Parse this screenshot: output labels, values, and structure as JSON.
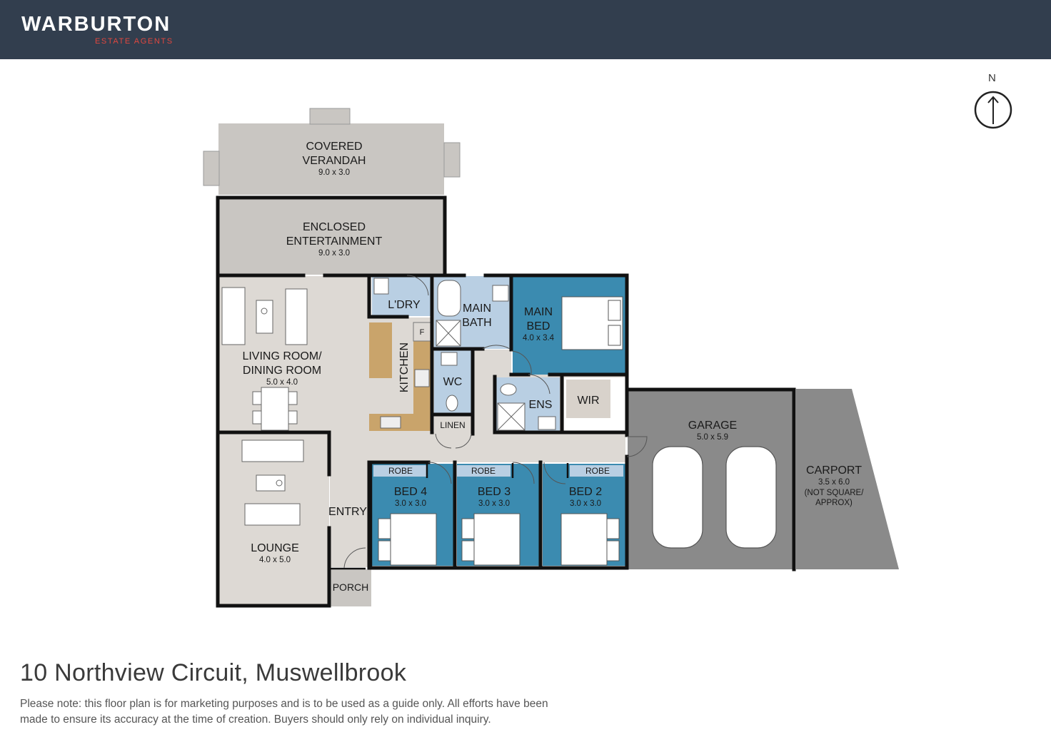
{
  "brand": {
    "name": "WARBURTON",
    "tagline": "ESTATE AGENTS",
    "accent_color": "#e0473f",
    "header_color": "#323e4e"
  },
  "compass": {
    "label": "N"
  },
  "rooms": {
    "covered_verandah": {
      "line1": "COVERED",
      "line2": "VERANDAH",
      "dims": "9.0 x 3.0"
    },
    "enclosed_entertainment": {
      "line1": "ENCLOSED",
      "line2": "ENTERTAINMENT",
      "dims": "9.0 x 3.0"
    },
    "laundry": {
      "name": "L'DRY"
    },
    "main_bath": {
      "line1": "MAIN",
      "line2": "BATH"
    },
    "main_bed": {
      "line1": "MAIN",
      "line2": "BED",
      "dims": "4.0 x 3.4"
    },
    "living_dining": {
      "line1": "LIVING ROOM/",
      "line2": "DINING ROOM",
      "dims": "5.0 x 4.0"
    },
    "kitchen": {
      "name": "KITCHEN",
      "fridge": "F"
    },
    "wc": {
      "name": "WC"
    },
    "ensuite": {
      "name": "ENS"
    },
    "wir": {
      "name": "WIR"
    },
    "linen": {
      "name": "LINEN"
    },
    "garage": {
      "name": "GARAGE",
      "dims": "5.0 x 5.9"
    },
    "carport": {
      "name": "CARPORT",
      "dims": "3.5 x 6.0",
      "note1": "(NOT SQUARE/",
      "note2": "APPROX)"
    },
    "bed4": {
      "name": "BED 4",
      "dims": "3.0 x 3.0",
      "robe": "ROBE"
    },
    "bed3": {
      "name": "BED 3",
      "dims": "3.0 x 3.0",
      "robe": "ROBE"
    },
    "bed2": {
      "name": "BED 2",
      "dims": "3.0 x 3.0",
      "robe": "ROBE"
    },
    "entry": {
      "name": "ENTRY"
    },
    "lounge": {
      "name": "LOUNGE",
      "dims": "4.0 x 5.0"
    },
    "porch": {
      "name": "PORCH"
    }
  },
  "colors": {
    "outdoor": "#c9c6c2",
    "living": "#ddd9d4",
    "wet": "#b9cfe3",
    "bedroom": "#3b8bb0",
    "garage": "#8a8a8a",
    "wall": "#111111"
  },
  "address": "10 Northview Circuit, Muswellbrook",
  "disclaimer": "Please note: this floor plan is for marketing purposes and is to be used as a guide only. All efforts have been made to ensure its accuracy at the time of creation. Buyers should only rely on individual inquiry."
}
